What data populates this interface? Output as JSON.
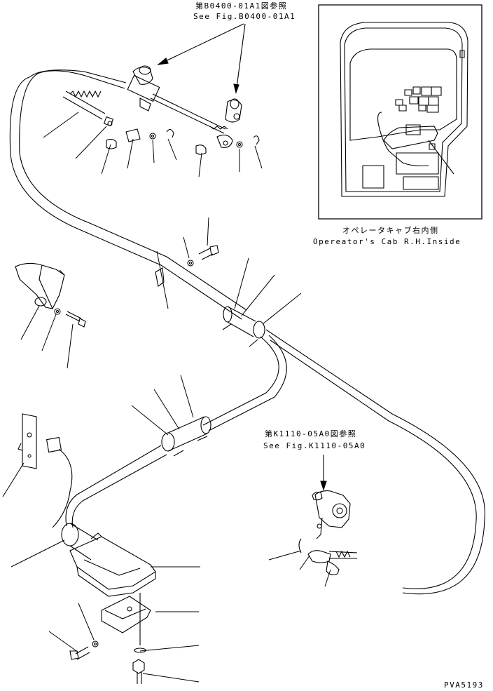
{
  "refs": {
    "top_jp": "第B0400-01A1図参照",
    "top_en": "See Fig.B0400-01A1",
    "mid_jp": "第K1110-05A0図参照",
    "mid_en": "See Fig.K1110-05A0"
  },
  "inset": {
    "caption_jp": "オペレータキャブ右内側",
    "caption_en": "Opereator's Cab R.H.Inside"
  },
  "footer": {
    "code": "PVA5193"
  }
}
